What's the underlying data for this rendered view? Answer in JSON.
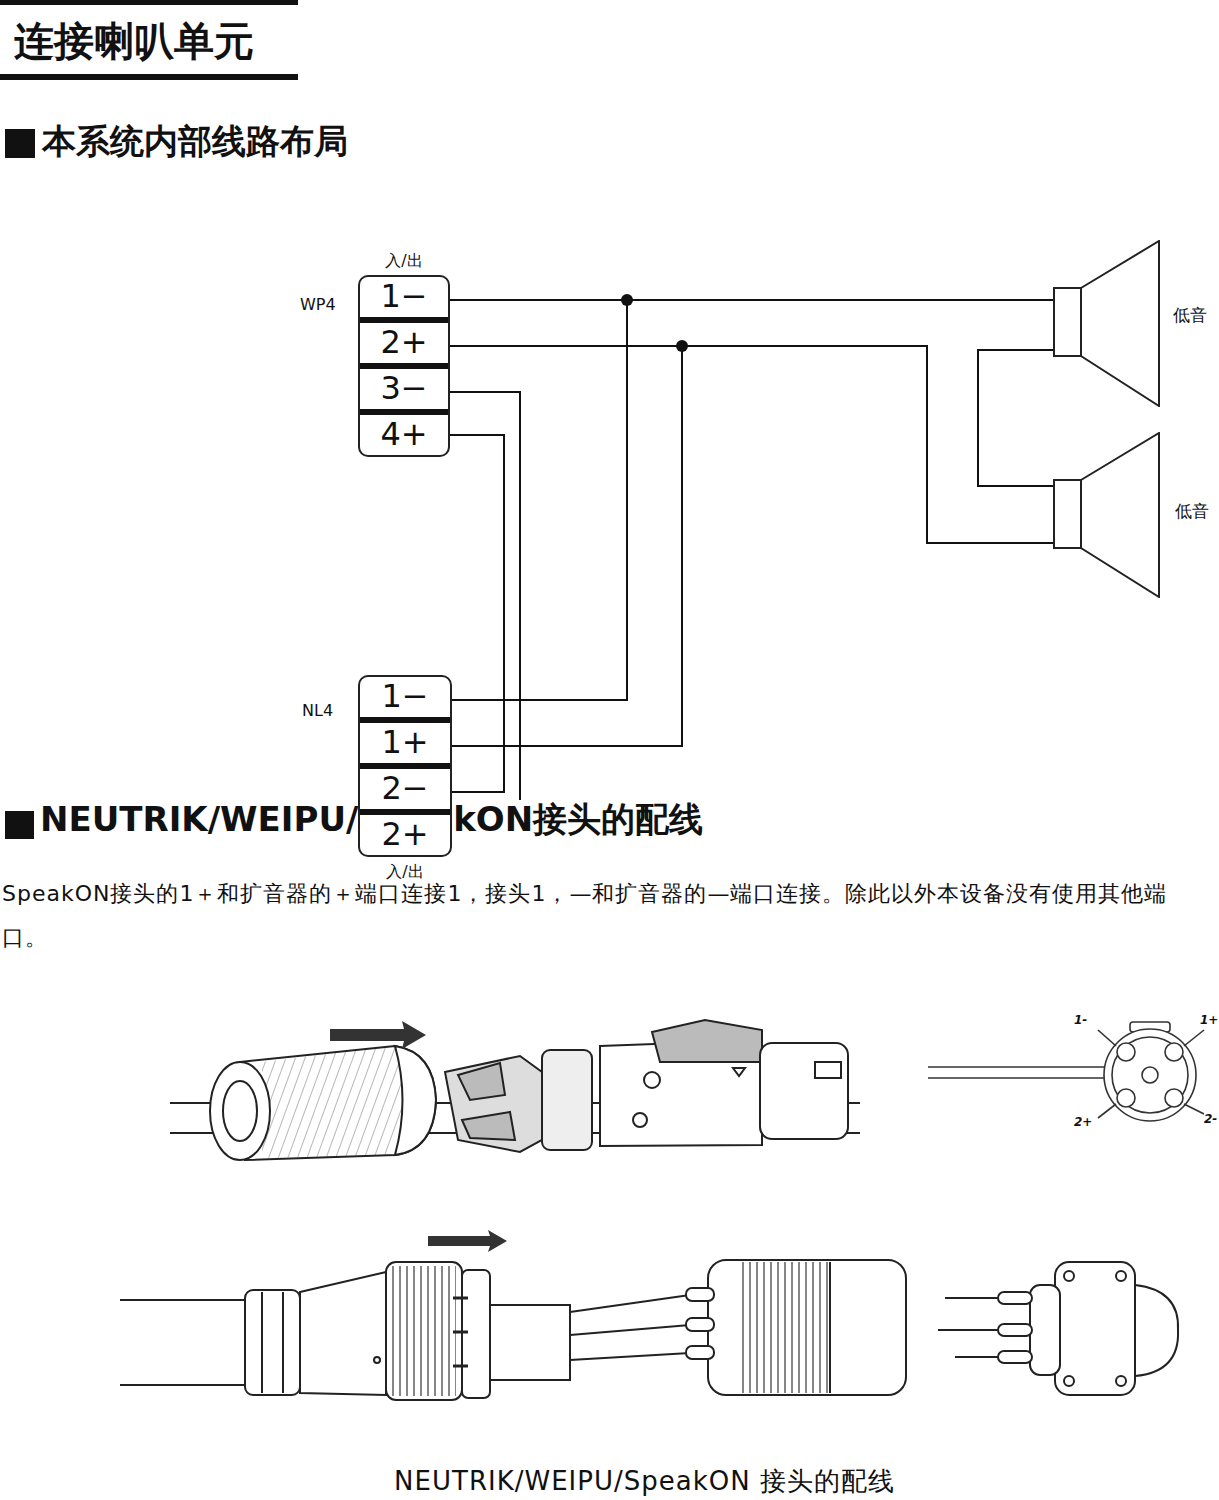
{
  "diagram": {
    "title": "连接喇叭单元",
    "caption": "NEUTRIK/WEIPU/SpeakON 接头的配线",
    "nodes": [
      {
        "text": [
          "WP4",
          "入/出"
        ]
      },
      {
        "text": [
          "1−"
        ],
        "in": 0
      },
      {
        "text": [
          "2+"
        ],
        "in": 0
      },
      {
        "text": [
          "3−"
        ],
        "in": 0
      },
      {
        "text": [
          "4+"
        ],
        "in": 0
      },
      {
        "text": [
          "NL4",
          "入/出"
        ]
      },
      {
        "text": [
          "1−"
        ],
        "in": 5
      },
      {
        "text": [
          "1+"
        ],
        "in": 5
      },
      {
        "text": [
          "2−"
        ],
        "in": 5
      },
      {
        "text": [
          "2+"
        ],
        "in": 5
      },
      {
        "text": [
          "低音"
        ]
      },
      {
        "text": [
          "低音"
        ]
      }
    ],
    "edges": [
      {
        "from": 1,
        "to": 10,
        "arrow": "none"
      },
      {
        "from": 2,
        "to": 11,
        "arrow": "none"
      },
      {
        "from": 10,
        "to": 11,
        "arrow": "none"
      },
      {
        "from": 1,
        "to": 6,
        "arrow": "none"
      },
      {
        "from": 2,
        "to": 7,
        "arrow": "none"
      },
      {
        "from": 3,
        "to": 9,
        "arrow": "none"
      },
      {
        "from": 4,
        "to": 8,
        "arrow": "none"
      }
    ],
    "labels": [
      "本系统内部线路布局",
      "NEUTRIK/WEIPU/SpeakON接头的配线",
      "SpeakON接头的1＋和扩音器的＋端口连接1，接头1，—和扩音器的—端口连接。除此以外本设备没有使用其他端口。",
      "1-",
      "1+",
      "2+",
      "2-"
    ]
  }
}
